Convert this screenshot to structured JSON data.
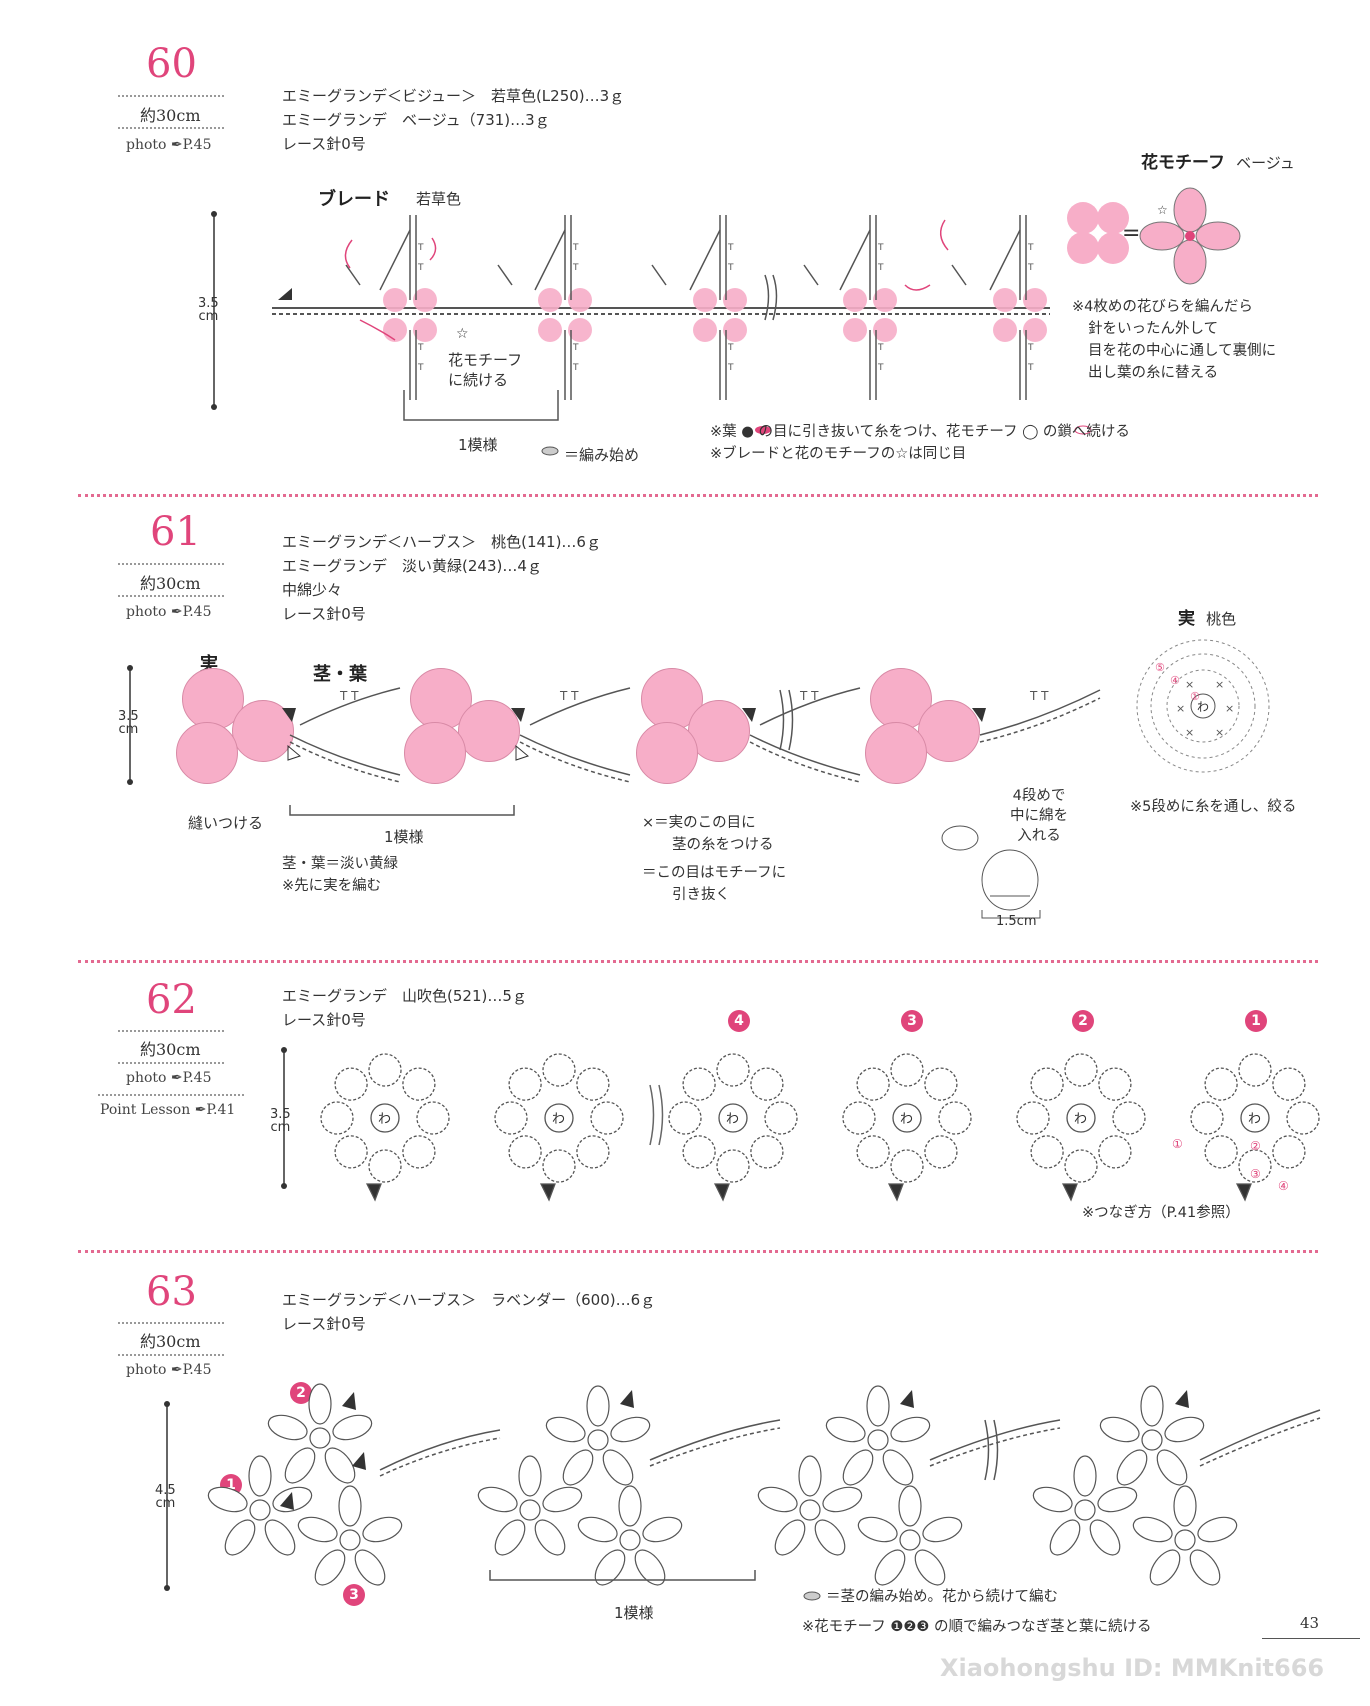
{
  "page_number": "43",
  "watermark": "Xiaohongshu ID: MMKnit666",
  "sections": {
    "s60": {
      "number": "60",
      "size": "約30cm",
      "photo": "photo ✒P.45",
      "materials": [
        "エミーグランデ＜ビジュー＞　若草色(L250)…3ｇ",
        "エミーグランデ　ベージュ（731)…3ｇ",
        "レース針0号"
      ],
      "braid_label": "ブレード",
      "braid_color": "若草色",
      "height": [
        "3.5",
        "cm"
      ],
      "flower_label": "花モチーフ",
      "flower_color": "ベージュ",
      "continue_label": [
        "花モチーフ",
        "に続ける"
      ],
      "repeat_label": "1模様",
      "start_legend": "＝編み始め",
      "right_notes": [
        "※4枚めの花びらを編んだら",
        "針をいったん外して",
        "目を花の中心に通して裏側に",
        "出し葉の糸に替える"
      ],
      "bottom_notes": [
        "※葉 ● の目に引き抜いて糸をつけ、花モチーフ ◯ の鎖へ続ける",
        "※ブレードと花のモチーフの☆は同じ目"
      ]
    },
    "s61": {
      "number": "61",
      "size": "約30cm",
      "photo": "photo ✒P.45",
      "materials": [
        "エミーグランデ＜ハーブス＞　桃色(141)…6ｇ",
        "エミーグランデ　淡い黄緑(243)…4ｇ",
        "中綿少々",
        "レース針0号"
      ],
      "berry_label": "実",
      "stem_label": "茎・葉",
      "height": [
        "3.5",
        "cm"
      ],
      "sew_label": "縫いつける",
      "repeat_label": "1模様",
      "notes_left": [
        "茎・葉＝淡い黄緑",
        "※先に実を編む"
      ],
      "notes_mid": [
        "×＝実のこの目に",
        "茎の糸をつける",
        "＝この目はモチーフに",
        "引き抜く"
      ],
      "stuffing_note": [
        "4段めで",
        "中に綿を",
        "入れる"
      ],
      "stuffing_size": "1.5cm",
      "berry_chart_label": "実",
      "berry_chart_color": "桃色",
      "berry_note": "※5段めに糸を通し、絞る"
    },
    "s62": {
      "number": "62",
      "size": "約30cm",
      "photo": "photo ✒P.45",
      "point_lesson": "Point Lesson ✒P.41",
      "materials": [
        "エミーグランデ　山吹色(521)…5ｇ",
        "レース針0号"
      ],
      "height": [
        "3.5",
        "cm"
      ],
      "motif_numbers": [
        "4",
        "3",
        "2",
        "1"
      ],
      "note": "※つなぎ方（P.41参照）"
    },
    "s63": {
      "number": "63",
      "size": "約30cm",
      "photo": "photo ✒P.45",
      "materials": [
        "エミーグランデ＜ハーブス＞　ラベンダー（600)…6ｇ",
        "レース針0号"
      ],
      "height": [
        "4.5",
        "cm"
      ],
      "motif_numbers": [
        "2",
        "1",
        "3"
      ],
      "repeat_label": "1模様",
      "notes": [
        "＝茎の編み始め。花から続けて編む",
        "※花モチーフ ❶❷❸ の順で編みつなぎ茎と葉に続ける"
      ]
    }
  },
  "colors": {
    "accent": "#e0457b",
    "pink_fill": "#f7aec8",
    "line": "#555555"
  }
}
